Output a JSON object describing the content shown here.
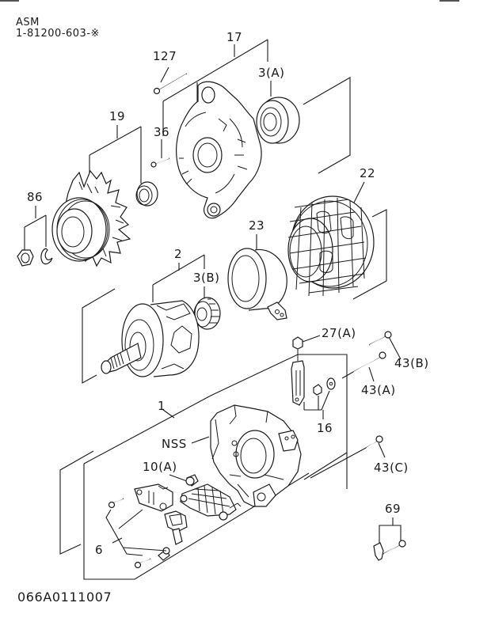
{
  "header": {
    "line1": "ASM",
    "line2": "1-81200-603-※"
  },
  "footer": {
    "code": "066A0111007"
  },
  "callouts": {
    "c127": "127",
    "c17": "17",
    "c3a": "3(A)",
    "c19": "19",
    "c36": "36",
    "c86": "86",
    "c22": "22",
    "c23": "23",
    "c2": "2",
    "c3b": "3(B)",
    "c27a": "27(A)",
    "c43b": "43(B)",
    "c43a": "43(A)",
    "c16": "16",
    "c1": "1",
    "cnss": "NSS",
    "c10a": "10(A)",
    "c43c": "43(C)",
    "c6": "6",
    "c69": "69"
  },
  "parts": [
    {
      "ref": "127",
      "name": "bolt"
    },
    {
      "ref": "17",
      "name": "front-cover-assembly"
    },
    {
      "ref": "3(A)",
      "name": "front-bearing"
    },
    {
      "ref": "19",
      "name": "pulley-fan-assembly"
    },
    {
      "ref": "36",
      "name": "screw"
    },
    {
      "ref": "86",
      "name": "nut-and-washer"
    },
    {
      "ref": "22",
      "name": "stator"
    },
    {
      "ref": "23",
      "name": "coil-field"
    },
    {
      "ref": "2",
      "name": "rotor-assembly"
    },
    {
      "ref": "3(B)",
      "name": "rear-bearing"
    },
    {
      "ref": "27(A)",
      "name": "nut"
    },
    {
      "ref": "43(B)",
      "name": "bolt"
    },
    {
      "ref": "43(A)",
      "name": "through-bolt"
    },
    {
      "ref": "16",
      "name": "terminal-kit"
    },
    {
      "ref": "1",
      "name": "rear-cover-assembly"
    },
    {
      "ref": "NSS",
      "name": "rear-cover"
    },
    {
      "ref": "10(A)",
      "name": "rectifier"
    },
    {
      "ref": "43(C)",
      "name": "bolt"
    },
    {
      "ref": "6",
      "name": "regulator-kit"
    },
    {
      "ref": "69",
      "name": "clip-and-bolt"
    }
  ]
}
